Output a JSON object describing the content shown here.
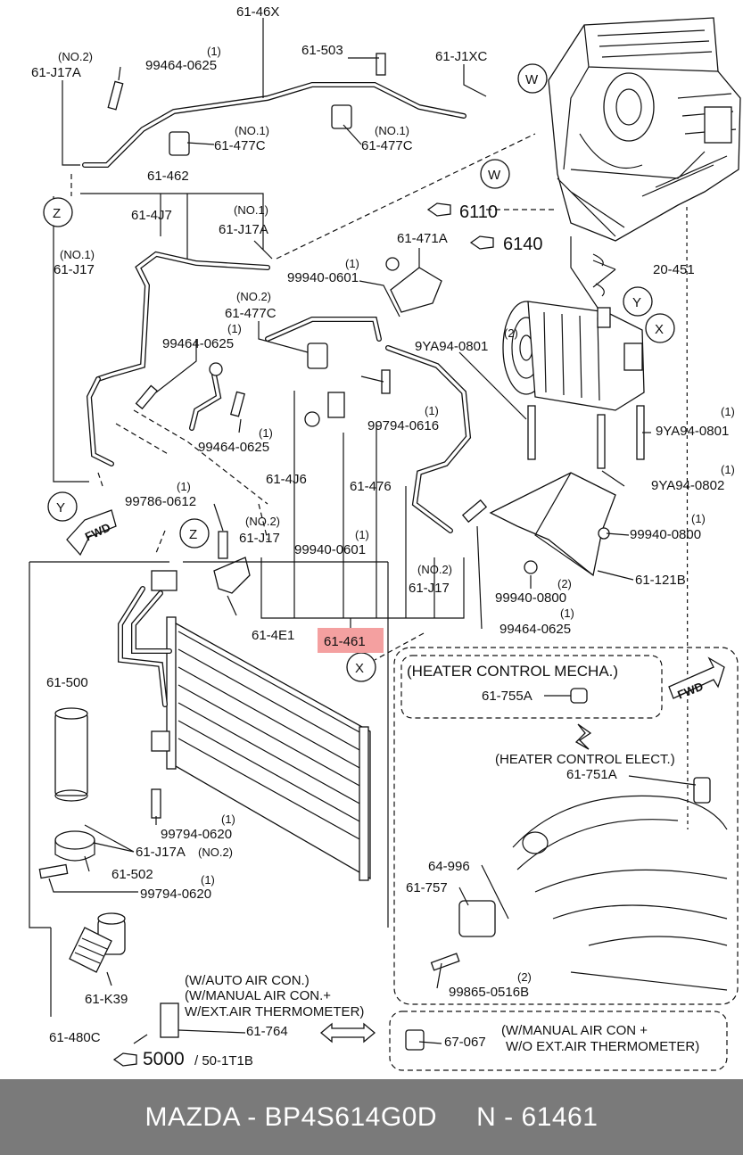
{
  "labels": {
    "l_61_46X": "61-46X",
    "l_no2_a": "(NO.2)",
    "l_61_J17A_a": "61-J17A",
    "l_1_a": "(1)",
    "l_99464_0625_a": "99464-0625",
    "l_61_503": "61-503",
    "l_61_J1XC": "61-J1XC",
    "l_W_a": "W",
    "l_W_b": "W",
    "l_no1_a": "(NO.1)",
    "l_61_477C_a": "61-477C",
    "l_no1_b": "(NO.1)",
    "l_61_477C_b": "61-477C",
    "l_61_462": "61-462",
    "l_Z_a": "Z",
    "l_61_4J7": "61-4J7",
    "l_no1_c": "(NO.1)",
    "l_61_J17A_b": "61-J17A",
    "l_6110": "6110",
    "l_no1_d": "(NO.1)",
    "l_61_J17_a": "61-J17",
    "l_61_471A": "61-471A",
    "l_6140": "6140",
    "l_1_b": "(1)",
    "l_99940_0601_a": "99940-0601",
    "l_20_451": "20-451",
    "l_no2_b": "(NO.2)",
    "l_61_477C_c": "61-477C",
    "l_Y_a": "Y",
    "l_X_a": "X",
    "l_1_c": "(1)",
    "l_99464_0625_b": "99464-0625",
    "l_2_a": "(2)",
    "l_9YA94_0801_a": "9YA94-0801",
    "l_1_d": "(1)",
    "l_99794_0616": "99794-0616",
    "l_1_e": "(1)",
    "l_9YA94_0801_b": "9YA94-0801",
    "l_1_f": "(1)",
    "l_99464_0625_c": "99464-0625",
    "l_61_4J6": "61-4J6",
    "l_61_476": "61-476",
    "l_1_g": "(1)",
    "l_9YA94_0802": "9YA94-0802",
    "l_Y_b": "Y",
    "l_FWD_a": "FWD",
    "l_1_h": "(1)",
    "l_99786_0612": "99786-0612",
    "l_Z_b": "Z",
    "l_no2_c": "(NO.2)",
    "l_61_J17_b": "61-J17",
    "l_1_i": "(1)",
    "l_99940_0601_b": "99940-0601",
    "l_no2_d": "(NO.2)",
    "l_61_J17_c": "61-J17",
    "l_1_j": "(1)",
    "l_99940_0800_a": "99940-0800",
    "l_2_b": "(2)",
    "l_99940_0800_b": "99940-0800",
    "l_61_121B": "61-121B",
    "l_1_k": "(1)",
    "l_99464_0625_d": "99464-0625",
    "l_61_4E1": "61-4E1",
    "l_61_461": "61-461",
    "l_X_b": "X",
    "l_heater_mecha": "(HEATER CONTROL MECHA.)",
    "l_61_755A": "61-755A",
    "l_FWD_b": "FWD",
    "l_61_500": "61-500",
    "l_heater_elect": "(HEATER CONTROL ELECT.)",
    "l_61_751A": "61-751A",
    "l_1_l": "(1)",
    "l_99794_0620_a": "99794-0620",
    "l_61_J17A_c": "61-J17A",
    "l_no2_e": "(NO.2)",
    "l_61_502": "61-502",
    "l_1_m": "(1)",
    "l_99794_0620_b": "99794-0620",
    "l_64_996": "64-996",
    "l_61_757": "61-757",
    "l_2_c": "(2)",
    "l_99865_0516B": "99865-0516B",
    "l_61_K39": "61-K39",
    "l_wauto": "(W/AUTO AIR CON.)",
    "l_wmanual": "(W/MANUAL AIR CON.+",
    "l_wext": "W/EXT.AIR THERMOMETER)",
    "l_61_764": "61-764",
    "l_61_480C": "61-480C",
    "l_5000": "5000",
    "l_50_1T1B": "/ 50-1T1B",
    "l_67_067": "67-067",
    "l_wmanual2": "(W/MANUAL AIR CON +",
    "l_woext": "W/O EXT.AIR THERMOMETER)"
  },
  "footer": {
    "text": "MAZDA - BP4S614G0D     N - 61461"
  },
  "colors": {
    "highlight": "#f4a0a0",
    "footer_bg": "#7a7a7a"
  }
}
